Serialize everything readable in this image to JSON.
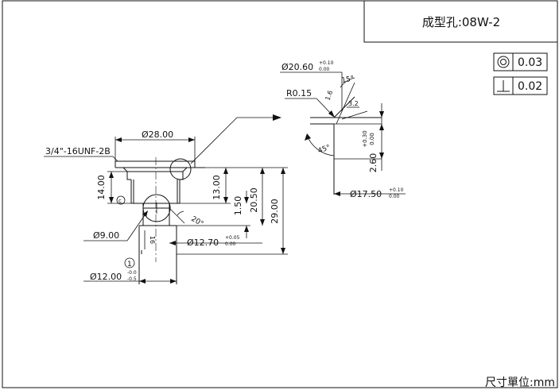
{
  "title_block": {
    "title": "成型孔:08W-2"
  },
  "gdt": [
    {
      "symbol": "concentricity-icon",
      "value": "0.03"
    },
    {
      "symbol": "perpendicularity-icon",
      "value": "0.02"
    }
  ],
  "dims": {
    "d28": "Ø28.00",
    "thread": "3/4\"-16UNF-2B",
    "h14": "14.00",
    "d9": "Ø9.00",
    "d12_7_base": "Ø12.70",
    "d12_7_up": "+0.05",
    "d12_7_lo": "0.00",
    "d12_base": "Ø12.00",
    "d12_up": "-0.0",
    "d12_lo": "-0.5",
    "h13": "13.00",
    "h1_5": "1.50",
    "h20_5": "20.50",
    "h29": "29.00",
    "angle20": "20°",
    "len16": "16",
    "note_c": "ⓒ",
    "note_1": "①"
  },
  "detail": {
    "d20_6_base": "Ø20.60",
    "d20_6_up": "+0.10",
    "d20_6_lo": "0.00",
    "angle15": "15°",
    "r015": "R0.15",
    "v16": "1.6",
    "v32": "3.2",
    "tol_up": "+0.30",
    "tol_lo": "0.00",
    "h260": "2.60",
    "angle45": "45°",
    "d17_5_base": "Ø17.50",
    "d17_5_up": "+0.10",
    "d17_5_lo": "0.00"
  },
  "units": "尺寸單位:mm"
}
